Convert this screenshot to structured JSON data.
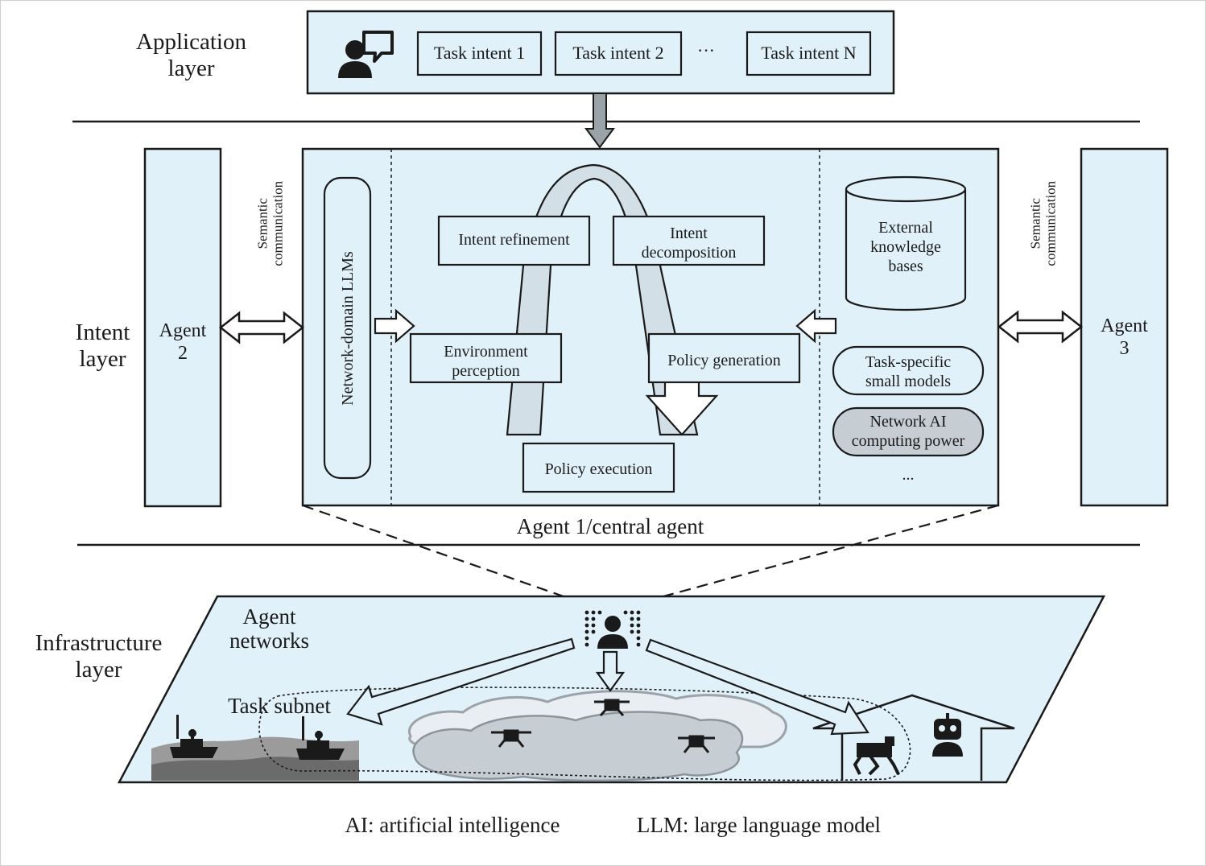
{
  "layers": {
    "application": "Application\nlayer",
    "intent": "Intent\nlayer",
    "infrastructure": "Infrastructure\nlayer"
  },
  "application_box": {
    "task_intents": [
      "Task intent 1",
      "Task intent 2",
      "Task intent N"
    ],
    "ellipsis": "···"
  },
  "agents": {
    "left": "Agent\n2",
    "right": "Agent\n3",
    "central": "Agent 1/central agent"
  },
  "semantic_label": "Semantic\ncommunication",
  "central": {
    "llm": "Network-domain LLMs",
    "intent_refinement": "Intent refinement",
    "intent_decomposition": "Intent\ndecomposition",
    "environment_perception": "Environment\nperception",
    "policy_generation": "Policy generation",
    "policy_execution": "Policy execution",
    "external_kb": "External\nknowledge\nbases",
    "task_specific": "Task-specific\nsmall models",
    "network_ai": "Network AI\ncomputing power",
    "more": "..."
  },
  "infrastructure": {
    "agent_networks": "Agent\nnetworks",
    "task_subnet": "Task subnet"
  },
  "footnote": {
    "ai": "AI: artificial intelligence",
    "llm": "LLM: large language model"
  },
  "colors": {
    "panel_fill": "#e1f1fa",
    "arc_fill": "#d3dfe6",
    "pill_fill": "#c6ced3",
    "stroke": "#1a1a1a"
  }
}
